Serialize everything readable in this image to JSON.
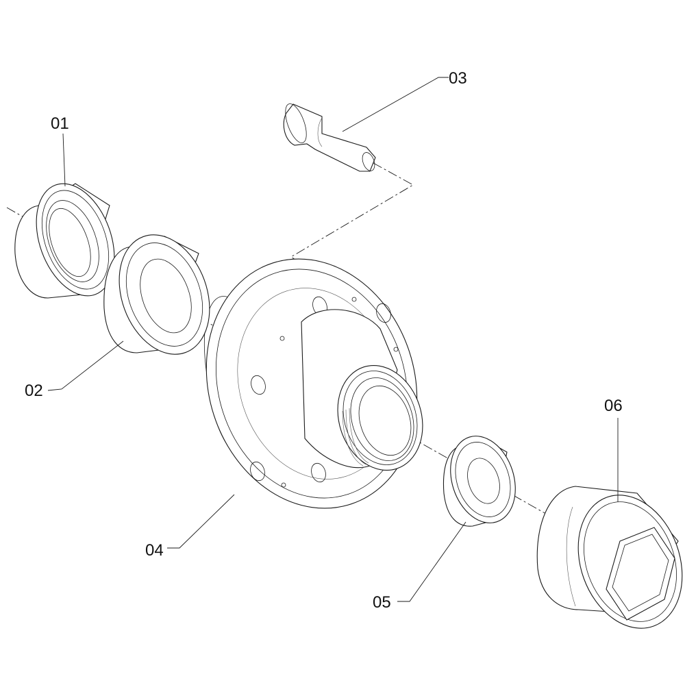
{
  "parts": [
    {
      "id": "01",
      "icon": "bearing-icon"
    },
    {
      "id": "02",
      "icon": "seal-ring-icon"
    },
    {
      "id": "03",
      "icon": "wheel-stud-icon"
    },
    {
      "id": "04",
      "icon": "wheel-hub-icon"
    },
    {
      "id": "05",
      "icon": "washer-icon"
    },
    {
      "id": "06",
      "icon": "hub-cap-nut-icon"
    }
  ],
  "colors": {
    "line": "#1a1a1a",
    "background": "#ffffff"
  }
}
